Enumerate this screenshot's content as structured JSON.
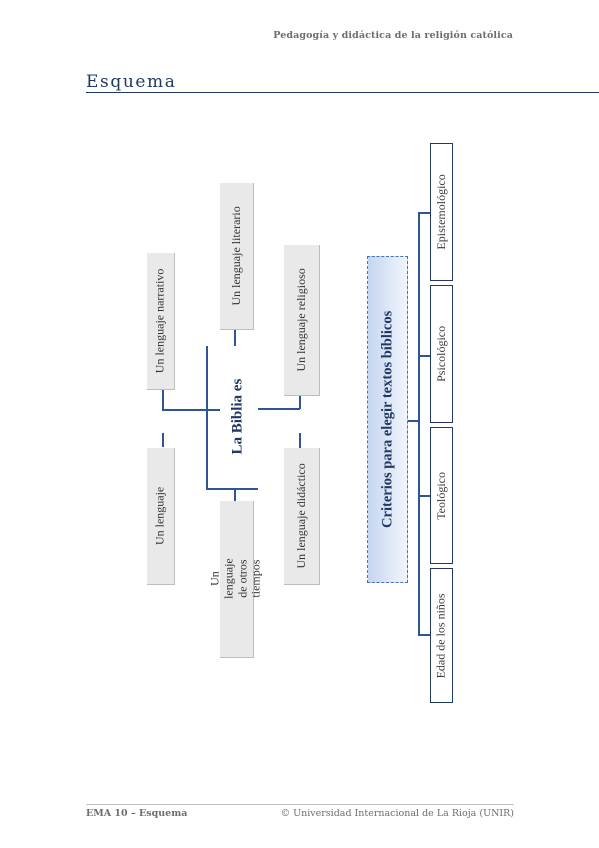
{
  "header": {
    "title": "Pedagogía y didáctica de la religión católica"
  },
  "section": {
    "title": "Esquema"
  },
  "diagram": {
    "center": "La Biblia es",
    "lenguajes": [
      "Un lenguaje",
      "Un lenguaje narrativo",
      "Un lenguaje de otros tiempos",
      "Un lenguaje literario",
      "Un lenguaje didáctico",
      "Un lenguaje religioso"
    ],
    "criterios_title": "Criterios para elegir textos bíblicos",
    "criterios": [
      "Edad de los niños",
      "Teológico",
      "Psicológico",
      "Epistemológico"
    ]
  },
  "footer": {
    "left": "EMA 10 – Esquema",
    "right": "© Universidad Internacional de La Rioja (UNIR)"
  }
}
